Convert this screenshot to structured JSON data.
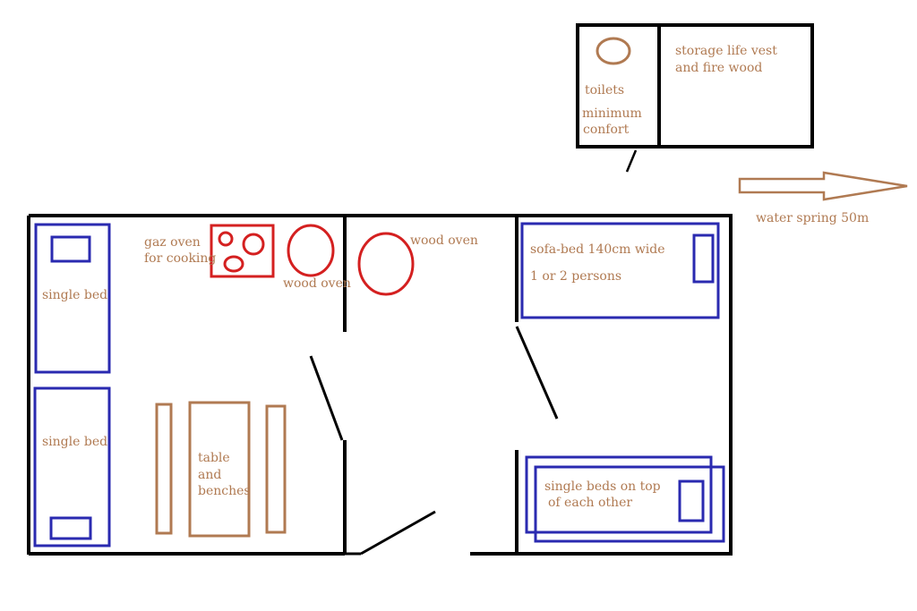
{
  "colors": {
    "wall": "#000000",
    "bed": "#2a2ab0",
    "stove": "#d42020",
    "furniture": "#b07a52",
    "label": "#b07a52"
  },
  "annex": {
    "toilets_label": "toilets",
    "minimum_line1": "minimum",
    "minimum_line2": "confort",
    "storage_line1": "storage life vest",
    "storage_line2": "and fire wood"
  },
  "water_spring_label": "water spring 50m",
  "left_room": {
    "gaz_oven_line1": "gaz oven",
    "gaz_oven_line2": "for cooking",
    "wood_oven_label": "wood oven",
    "single_bed_top_label": "single bed",
    "single_bed_bottom_label": "single bed",
    "table_line1": "table",
    "table_line2": "and",
    "table_line3": "benches"
  },
  "middle_room": {
    "wood_oven_label": "wood oven"
  },
  "right_room": {
    "sofa_bed_label": "sofa-bed 140cm wide",
    "sofa_bed_persons": "1 or 2 persons",
    "bunk_line1": "single beds on top",
    "bunk_line2": "of each other"
  }
}
